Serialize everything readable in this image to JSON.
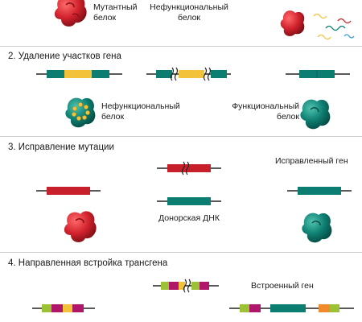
{
  "colors": {
    "red": "#c8202b",
    "teal": "#0b7d71",
    "yellow": "#f2c23a",
    "magenta": "#b0176b",
    "lime": "#9ac234",
    "orange": "#f08a2c",
    "line": "#222222"
  },
  "section1": {
    "mutant_label": "Мутантный\nбелок",
    "nonfunctional_label": "Нефункциональный\nбелок"
  },
  "section2": {
    "heading": "2. Удаление участков гена",
    "nonfunctional_label": "Нефункциональный\nбелок",
    "functional_label": "Функциональный\nбелок"
  },
  "section3": {
    "heading": "3. Исправление мутации",
    "corrected_gene_label": "Исправленный ген",
    "donor_dna_label": "Донорская ДНК"
  },
  "section4": {
    "heading": "4. Направленная встройка трансгена",
    "inserted_gene_label": "Встроенный ген"
  }
}
